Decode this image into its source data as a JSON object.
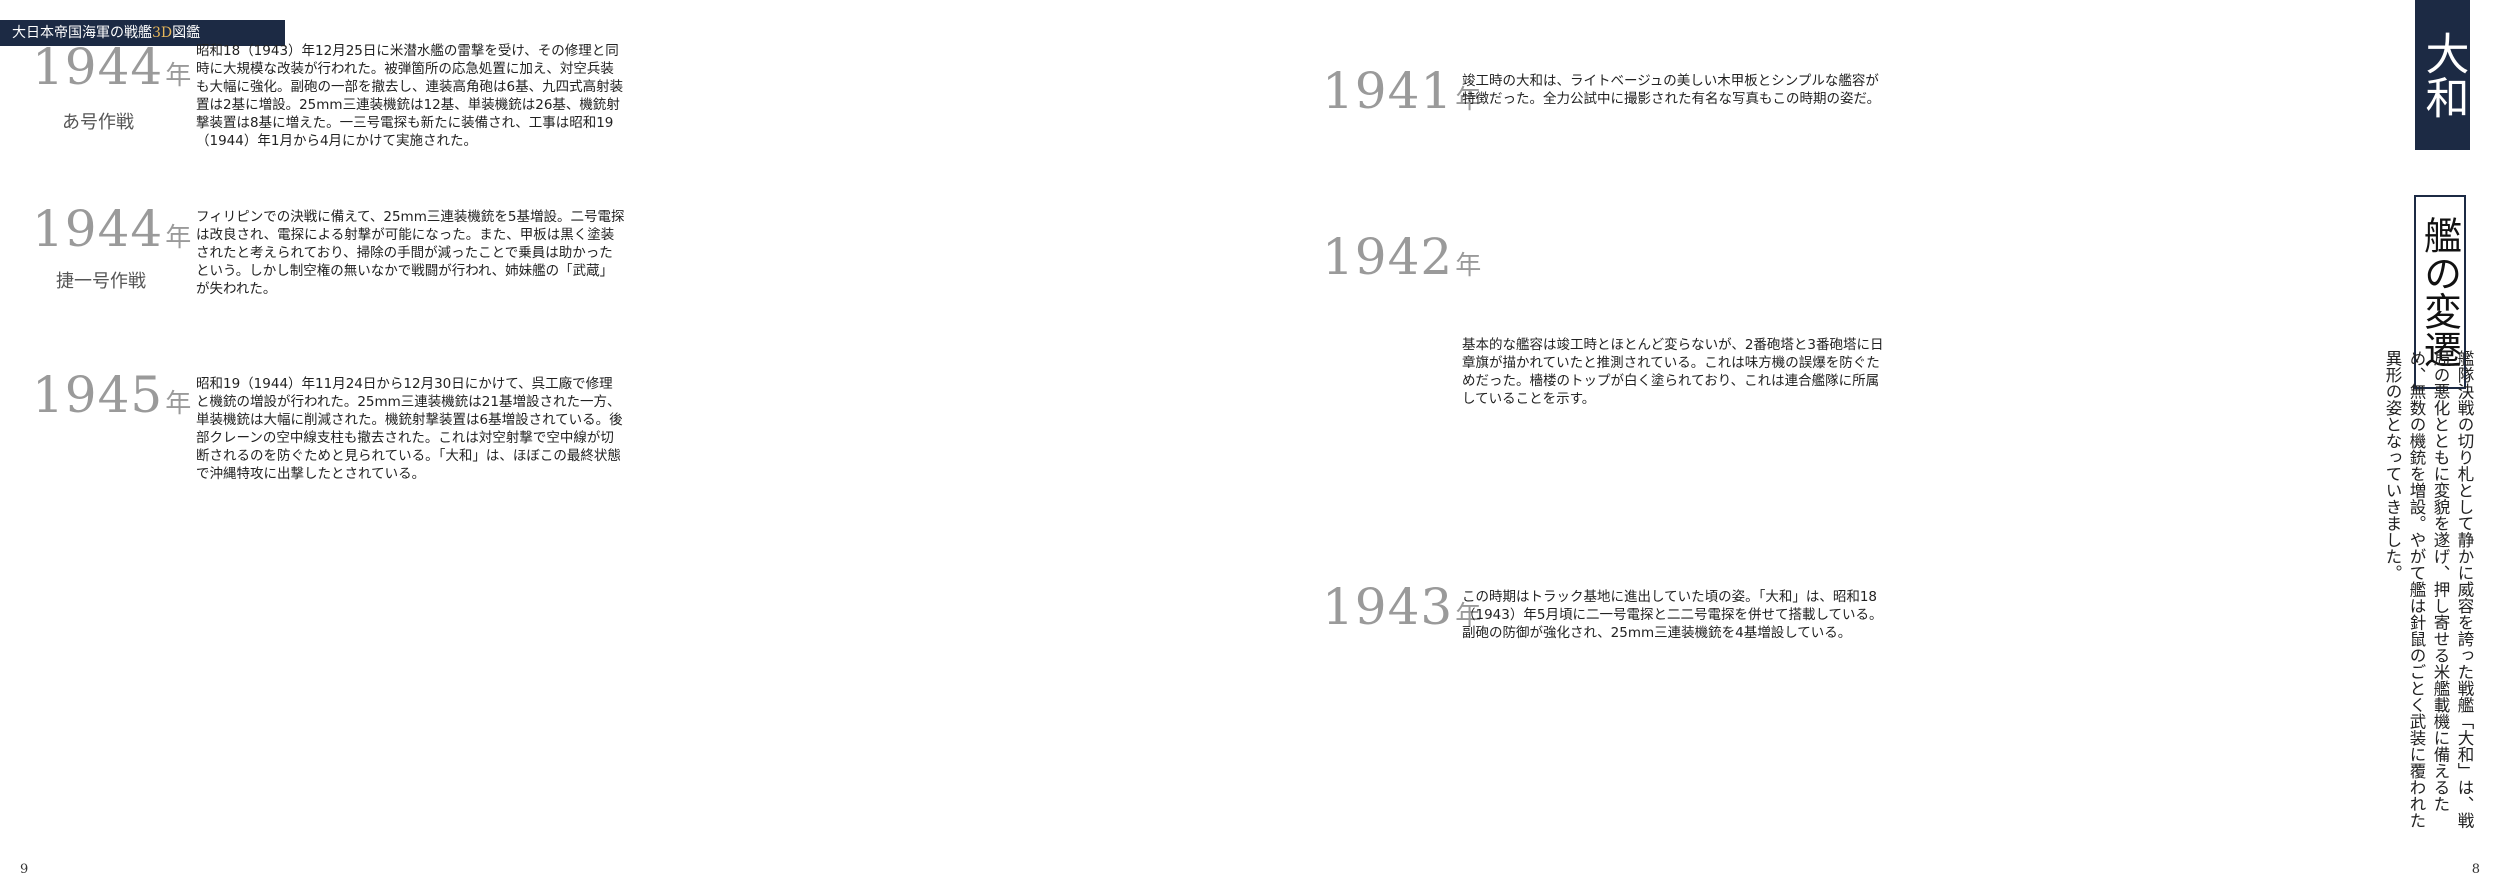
{
  "header": {
    "prefix": "大日本帝国海軍の戦艦",
    "highlight": "3D",
    "suffix": "図鑑"
  },
  "title": {
    "main": "大和",
    "sub": "艦の変遷"
  },
  "intro": "艦隊決戦の切り札として静かに威容を誇った戦艦「大和」は、戦局の悪化とともに変貌を遂げ、押し寄せる米艦載機に備えるため、無数の機銃を増設。やがて艦は針鼠のごとく武装に覆われた異形の姿となっていきました。",
  "pages": {
    "left": "9",
    "right": "8"
  },
  "entries": [
    {
      "year": "1944",
      "unit": "年",
      "subtitle": "あ号作戦",
      "text": "昭和18（1943）年12月25日に米潜水艦の雷撃を受け、その修理と同時に大規模な改装が行われた。被弾箇所の応急処置に加え、対空兵装も大幅に強化。副砲の一部を撤去し、連装高角砲は6基、九四式高射装置は2基に増設。25mm三連装機銃は12基、単装機銃は26基、機銃射撃装置は8基に増えた。一三号電探も新たに装備され、工事は昭和19（1944）年1月から4月にかけて実施された。"
    },
    {
      "year": "1944",
      "unit": "年",
      "subtitle": "捷一号作戦",
      "text": "フィリピンでの決戦に備えて、25mm三連装機銃を5基増設。二号電探は改良され、電探による射撃が可能になった。また、甲板は黒く塗装されたと考えられており、掃除の手間が減ったことで乗員は助かったという。しかし制空権の無いなかで戦闘が行われ、姉妹艦の「武蔵」が失われた。"
    },
    {
      "year": "1945",
      "unit": "年",
      "subtitle": "",
      "text": "昭和19（1944）年11月24日から12月30日にかけて、呉工廠で修理と機銃の増設が行われた。25mm三連装機銃は21基増設された一方、単装機銃は大幅に削減された。機銃射撃装置は6基増設されている。後部クレーンの空中線支柱も撤去された。これは対空射撃で空中線が切断されるのを防ぐためと見られている。「大和」は、ほぼこの最終状態で沖縄特攻に出撃したとされている。"
    },
    {
      "year": "1941",
      "unit": "年",
      "subtitle": "",
      "text": "竣工時の大和は、ライトベージュの美しい木甲板とシンプルな艦容が特徴だった。全力公試中に撮影された有名な写真もこの時期の姿だ。"
    },
    {
      "year": "1942",
      "unit": "年",
      "subtitle": "",
      "text": "基本的な艦容は竣工時とほとんど変らないが、2番砲塔と3番砲塔に日章旗が描かれていたと推測されている。これは味方機の誤爆を防ぐためだった。檣楼のトップが白く塗られており、これは連合艦隊に所属していることを示す。"
    },
    {
      "year": "1943",
      "unit": "年",
      "subtitle": "",
      "text": "この時期はトラック基地に進出していた頃の姿。「大和」は、昭和18（1943）年5月頃に二一号電探と二二号電探を併せて搭載している。副砲の防御が強化され、25mm三連装機銃を4基増設している。"
    }
  ]
}
